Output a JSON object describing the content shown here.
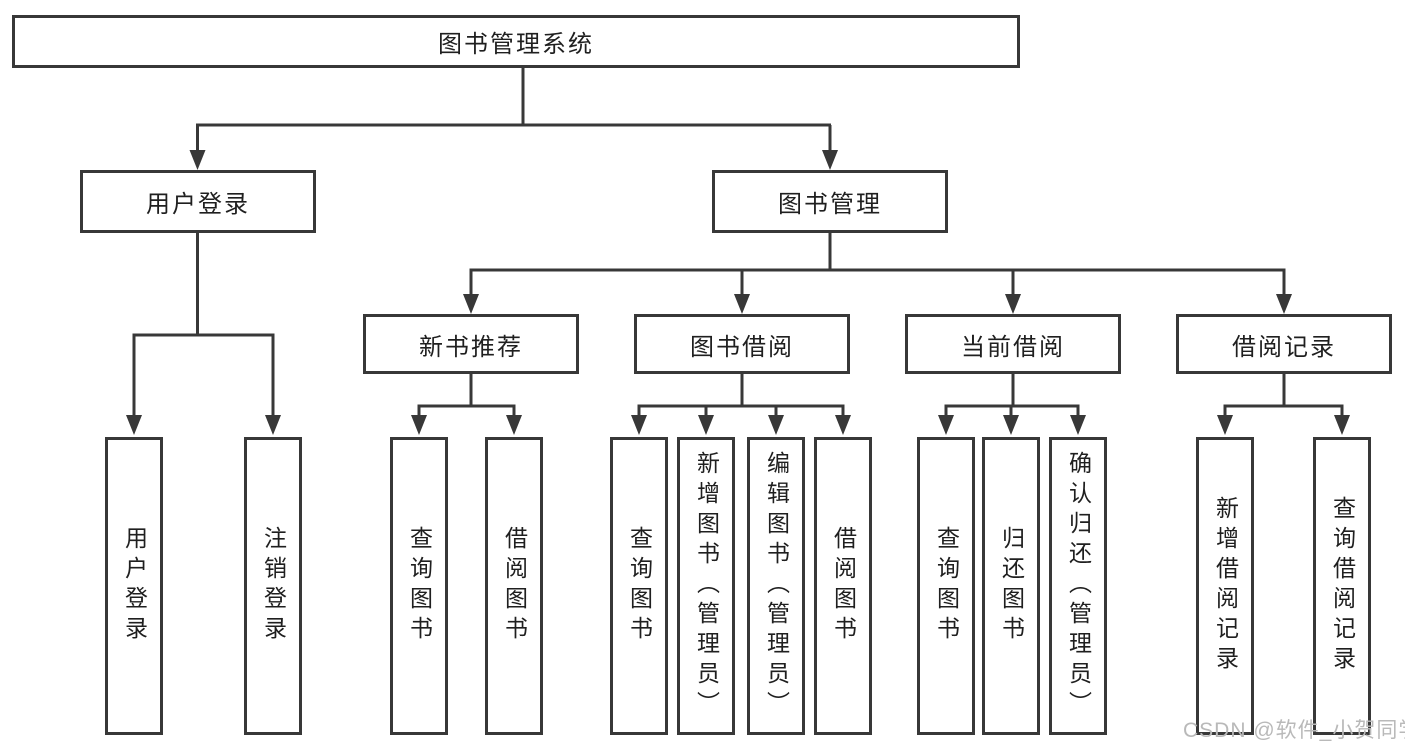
{
  "root": {
    "label": "图书管理系统"
  },
  "level2": [
    {
      "label": "用户登录"
    },
    {
      "label": "图书管理"
    }
  ],
  "level3": [
    {
      "label": "新书推荐"
    },
    {
      "label": "图书借阅"
    },
    {
      "label": "当前借阅"
    },
    {
      "label": "借阅记录"
    }
  ],
  "leaves": [
    {
      "label": "用户登录"
    },
    {
      "label": "注销登录"
    },
    {
      "label": "查询图书"
    },
    {
      "label": "借阅图书"
    },
    {
      "label": "查询图书"
    },
    {
      "label": "新增图书（管理员）"
    },
    {
      "label": "编辑图书（管理员）"
    },
    {
      "label": "借阅图书"
    },
    {
      "label": "查询图书"
    },
    {
      "label": "归还图书"
    },
    {
      "label": "确认归还（管理员）"
    },
    {
      "label": "新增借阅记录"
    },
    {
      "label": "查询借阅记录"
    }
  ],
  "watermark": {
    "text": "CSDN @软件_小贺同学",
    "color": "#b9b9b9"
  },
  "colors": {
    "line": "#383838",
    "text": "#1f1f1f",
    "box_bg": "#ffffff"
  }
}
